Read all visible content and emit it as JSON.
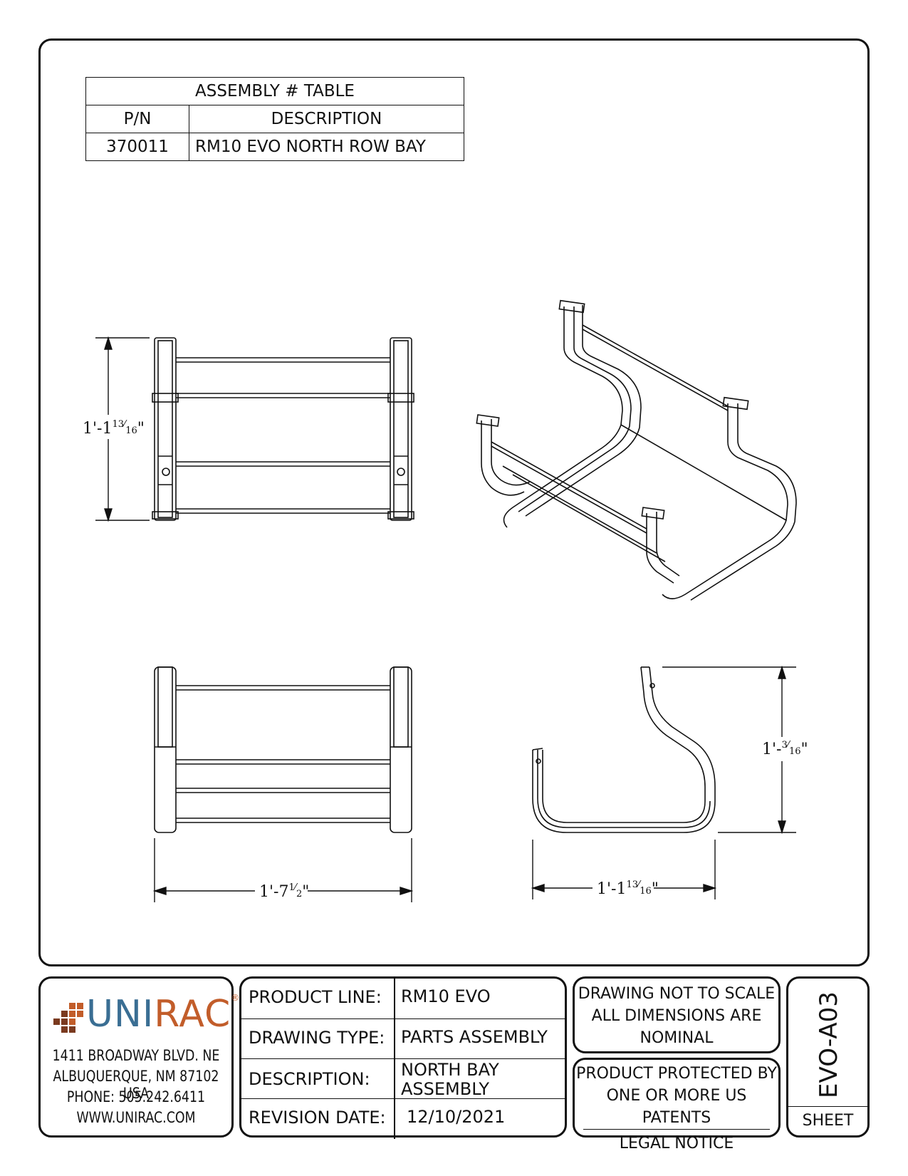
{
  "assembly_table": {
    "title": "ASSEMBLY # TABLE",
    "headers": [
      "P/N",
      "DESCRIPTION"
    ],
    "rows": [
      [
        "370011",
        "RM10 EVO NORTH ROW BAY"
      ]
    ]
  },
  "dimensions": {
    "top_view_height": "1'-1",
    "top_view_height_frac_num": "13",
    "top_view_height_frac_den": "16",
    "front_view_width": "1'-7",
    "front_view_width_frac_num": "1",
    "front_view_width_frac_den": "2",
    "side_view_height": "1'-",
    "side_view_height_frac_num": "3",
    "side_view_height_frac_den": "16",
    "side_view_width": "1'-1",
    "side_view_width_frac_num": "13",
    "side_view_width_frac_den": "16"
  },
  "company": {
    "logo_text_1": "UNI",
    "logo_text_2": "RAC",
    "registered": "®",
    "address_1": "1411 BROADWAY BLVD. NE",
    "address_2": "ALBUQUERQUE, NM 87102 USA",
    "phone": "PHONE: 505.242.6411",
    "website": "WWW.UNIRAC.COM",
    "logo_colors": {
      "blue": "#3a6e93",
      "orange": "#c25d2a",
      "brown": "#7a3a1f"
    }
  },
  "info": {
    "product_line_label": "PRODUCT LINE:",
    "product_line": "RM10 EVO",
    "drawing_type_label": "DRAWING TYPE:",
    "drawing_type": "PARTS ASSEMBLY",
    "description_label": "DESCRIPTION:",
    "description_1": "NORTH BAY",
    "description_2": "ASSEMBLY",
    "revision_label": "REVISION DATE:",
    "revision_date": "12/10/2021"
  },
  "notes": {
    "note1_1": "DRAWING NOT TO SCALE",
    "note1_2": "ALL DIMENSIONS ARE",
    "note1_3": "NOMINAL",
    "note2_1": "PRODUCT PROTECTED BY",
    "note2_2": "ONE OR MORE US PATENTS",
    "note2_3": "LEGAL NOTICE"
  },
  "sheet": {
    "number": "EVO-A03",
    "label": "SHEET"
  }
}
